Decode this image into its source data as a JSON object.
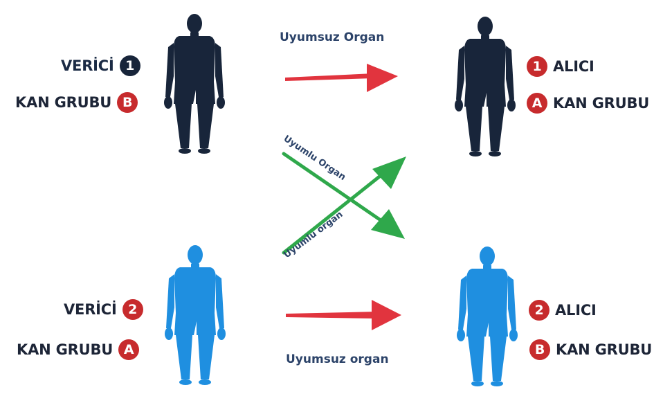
{
  "colors": {
    "dark_figure": "#18253a",
    "blue_figure": "#1f8fe0",
    "red_badge": "#c72b2d",
    "navy_badge": "#18253a",
    "red_arrow": "#e1343e",
    "green_arrow": "#2fa84b",
    "caption": "#2c4369"
  },
  "top_left": {
    "role": "VERİCİ",
    "role_number": "1",
    "blood_label": "KAN GRUBU",
    "blood_type": "B"
  },
  "top_right": {
    "role": "ALICI",
    "role_number": "1",
    "blood_label": "KAN GRUBU",
    "blood_type": "A"
  },
  "bottom_left": {
    "role": "VERİCİ",
    "role_number": "2",
    "blood_label": "KAN GRUBU",
    "blood_type": "A"
  },
  "bottom_right": {
    "role": "ALICI",
    "role_number": "2",
    "blood_label": "KAN GRUBU",
    "blood_type": "B"
  },
  "arrows": {
    "top_caption": "Uyumsuz Organ",
    "bottom_caption": "Uyumsuz organ",
    "cross_down_caption": "Uyumlu Organ",
    "cross_up_caption": "Uyumlu organ"
  }
}
